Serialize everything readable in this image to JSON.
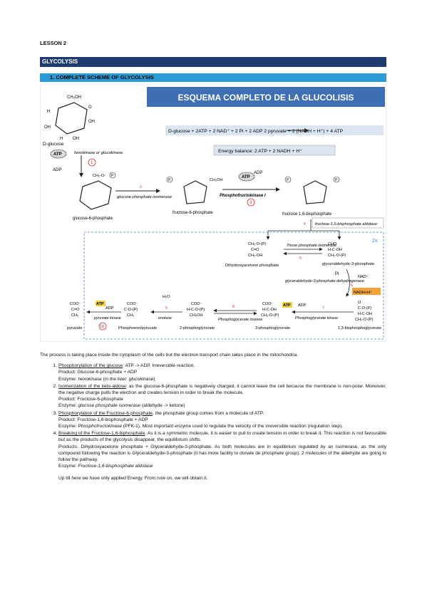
{
  "header": {
    "lesson": "LESSON 2",
    "section": "GLYCOLYSIS",
    "subsection": "1.   COMPLETE SCHEME OF GLYCOLYSIS"
  },
  "figure": {
    "title": "ESQUEMA COMPLETO DE LA GLUCOLISIS",
    "equation": "D-glucose  +  2ATP + 2 NAD⁺ + 2 Pi  + 2 ADP          2 pyruvate  + 2 (NADH + H⁺)  + 4 ATP",
    "energy_balance": "Energy balance: 2 ATP + 2  NADH + H⁺",
    "labels": {
      "glucose": "D-glucose",
      "atp": "ATP",
      "adp": "ADP",
      "hexokinase": "hexokinase or glucokinase",
      "g6p": "glucose-6-phosphate",
      "isomerase": "glucose phosphate isomerase",
      "f6p": "fructose-6-phosphate",
      "pfk": "Phosphofructokinase I",
      "f16bp": "fructose 1,6-bisphosphate",
      "aldolase": "fructose-1,6-bisphosphate aldolase",
      "dhap": "Dihydroxyacetone phosphate",
      "tpi": "Triose phosphate isomerase",
      "gap": "glyceraldehyde-3-phosphate",
      "twox": "2x",
      "pi": "Pi",
      "nad": "NAD⁺",
      "gapdh": "glyceraldehyde-3-phosphate dehydrogenase",
      "nadh": "NADH+H⁺",
      "bpg13": "1,3-bisphosphoglycerate",
      "pgk": "Phosphoglycerate kinase",
      "pg3": "3-phosphoglycerate",
      "pgm": "Phosphoglycerate mutase",
      "pg2": "2-phosphoglycerate",
      "enolase": "enolase",
      "h2o": "H₂O",
      "pep": "Phosphoenolpyruvate",
      "pk": "pyruvate kinase",
      "pyruvate": "pyruvate",
      "steps": [
        "1",
        "2",
        "3",
        "4",
        "5",
        "6",
        "7",
        "8",
        "9",
        "10"
      ]
    }
  },
  "text": {
    "intro": "The process is taking place inside the cytoplasm of the cells but the electron transport chain takes place in the mitochondria.",
    "items": [
      {
        "heading": "Phosphorylation of the glucose",
        "after": ": ATP -> ADP. Irreversible reaction.",
        "product": "Product: Glucose-6-phosphate + ADP",
        "enzyme_prefix": "Enzyme: ",
        "enzyme_italic": "hexokinase",
        "enzyme_mid": " (in the liver: ",
        "enzyme_italic2": "glucokinase",
        "enzyme_end": ")"
      },
      {
        "heading": "Isomerization of the keto-aldose",
        "after": ": as the glucose-6-phosphate is negatively charged, it cannot leave the cell because the membrane is non-polar. Moreover, the negative charge pulls the electron and creates tension in order to break the molecule.",
        "product": "Product: Fructose-6-phosphate",
        "enzyme_prefix": "Enzyme: ",
        "enzyme_italic": "glucose phosphate isomerase",
        "enzyme_end": " (aldehyde -> ketone)"
      },
      {
        "heading": "Phosphorylation of the Fructose-6-phosphate",
        "after": ", the phosphate group comes from a molecule of ATP.",
        "product": "Product: Fructose-1,6-bisphosphate + ADP",
        "enzyme_prefix": "Enzyme: ",
        "enzyme_italic": "Phosphofructokinase",
        "enzyme_end": " (PFK-1). Most important enzyme used to regulate the velocity of the irreversible reaction (regulation step)."
      },
      {
        "heading": "Breaking of the Fructose-1,6-biphosphate",
        "after": ". As it is a symmetric molecule, it is easier to pull to create tension in order to break it. This reaction is not favourable but as the products of the glycolysis disappear, the equilibrium shifts.",
        "product": "Products: Dihydroxyacetone phosphate + Glyceraldehyde-3-phosphate. As both molecules are in equilibrium regulated by an isomerase, as the only compound following the reaction is Glyceraldehyde-3-phosphate (it has more facility to donate de phosphate group), 2 molecules of the aldehyde are going to follow the pathway.",
        "enzyme_prefix": "Enzyme: ",
        "enzyme_italic": "Fructose-1,6-bisphosphate aldolase",
        "enzyme_end": ""
      }
    ],
    "closing": "Up till here we have only applied Energy. From now on, we will obtain it."
  }
}
